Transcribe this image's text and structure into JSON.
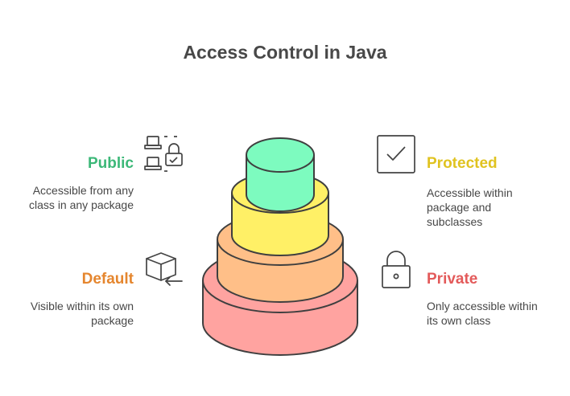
{
  "title": "Access Control in Java",
  "tiers": [
    {
      "level": "public",
      "heading": "Public",
      "description_lines": [
        "Accessible from any",
        "class in any package"
      ],
      "color": "#3cb878",
      "fill": "#7dfbbf",
      "icon": "laptops-lock-icon"
    },
    {
      "level": "protected",
      "heading": "Protected",
      "description_lines": [
        "Accessible within",
        "package and",
        "subclasses"
      ],
      "color": "#e0c320",
      "fill": "#fff066",
      "icon": "checkbox-check-icon"
    },
    {
      "level": "default",
      "heading": "Default",
      "description_lines": [
        "Visible within its own",
        "package"
      ],
      "color": "#e5862e",
      "fill": "#ffbf88",
      "icon": "cube-arrow-icon"
    },
    {
      "level": "private",
      "heading": "Private",
      "description_lines": [
        "Only accessible within",
        "its own class"
      ],
      "color": "#e35a5a",
      "fill": "#ffa3a0",
      "icon": "padlock-icon"
    }
  ]
}
